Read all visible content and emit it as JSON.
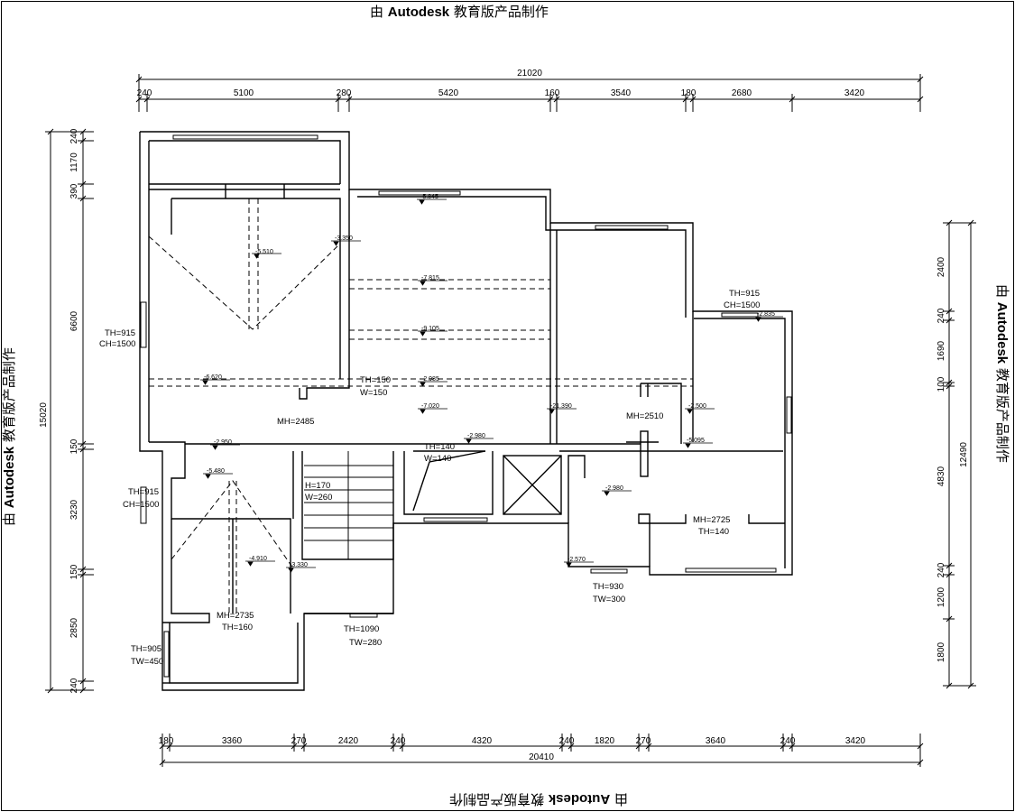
{
  "watermark": {
    "prefix": "由 ",
    "brand": "Autodesk",
    "suffix": " 教育版产品制作"
  },
  "dims": {
    "top_total": "21020",
    "top": [
      "240",
      "5100",
      "280",
      "5420",
      "160",
      "3540",
      "180",
      "2680",
      "3420"
    ],
    "bottom_total": "20410",
    "bottom": [
      "180",
      "3360",
      "270",
      "2420",
      "240",
      "4320",
      "240",
      "1820",
      "270",
      "3640",
      "240",
      "3420"
    ],
    "left_total": "15020",
    "left": [
      "240",
      "1170",
      "390",
      "6600",
      "150",
      "3230",
      "150",
      "2850",
      "240"
    ],
    "right_total": "12490",
    "right": [
      "2400",
      "240",
      "1690",
      "100",
      "4830",
      "240",
      "1200",
      "1800"
    ]
  },
  "labels": {
    "th915_ch1500_a1": "TH=915",
    "th915_ch1500_a2": "CH=1500",
    "th915_ch1500_b1": "TH=915",
    "th915_ch1500_b2": "CH=1500",
    "th915_ch1500_c1": "TH=915",
    "th915_ch1500_c2": "CH=1500",
    "th150_1": "TH=150",
    "th150_2": "W=150",
    "mh2485": "MH=2485",
    "mh2510": "MH=2510",
    "th140_1": "TH=140",
    "th140_2": "W=140",
    "h170_1": "H=170",
    "h170_2": "W=260",
    "mh2725_1": "MH=2725",
    "mh2725_2": "TH=140",
    "mh2735_1": "MH=2735",
    "mh2735_2": "TH=160",
    "th905_1": "TH=905",
    "th905_2": "TW=450",
    "th1090_1": "TH=1090",
    "th1090_2": "TW=280",
    "th930_1": "TH=930",
    "th930_2": "TW=300"
  },
  "levels": {
    "l1": "-5.845",
    "l2": "-5.510",
    "l3": "-3.350",
    "l4": "-7.815",
    "l5": "-9.105",
    "l6": "-6.620",
    "l7": "-2.985",
    "l8": "-7.020",
    "l9": "-21.390",
    "l10": "-2.835",
    "l11": "-2.500",
    "l12": "-5.095",
    "l13": "-2.950",
    "l14": "-2.980",
    "l15": "-5.480",
    "l16": "-4.910",
    "l17": "-3.330",
    "l18": "-2.980",
    "l19": "-2.570"
  }
}
